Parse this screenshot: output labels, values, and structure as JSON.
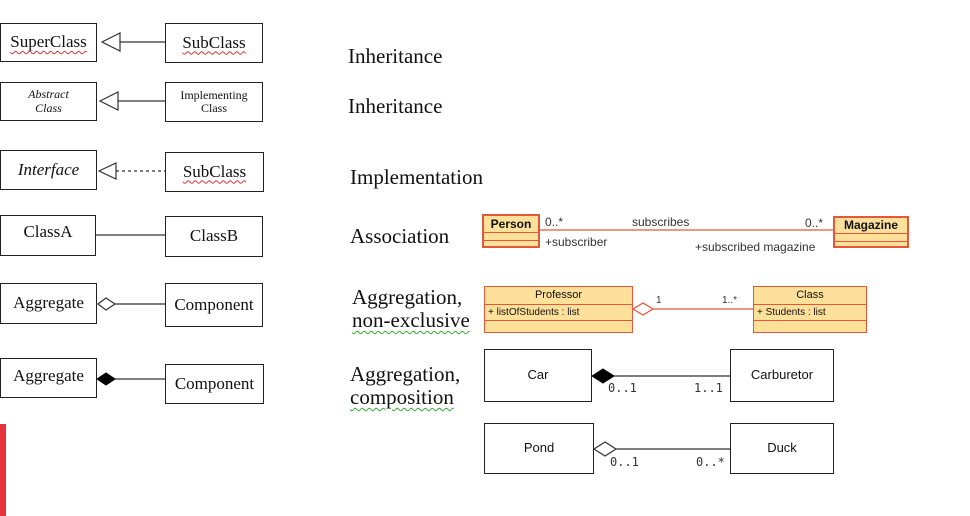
{
  "left": {
    "row1": {
      "left": "SuperClass",
      "right": "SubClass"
    },
    "row2": {
      "left_line1": "Abstract",
      "left_line2": "Class",
      "right_line1": "Implementing",
      "right_line2": "Class"
    },
    "row3": {
      "left": "Interface",
      "right": "SubClass"
    },
    "row4": {
      "left": "ClassA",
      "right": "ClassB"
    },
    "row5": {
      "left": "Aggregate",
      "right": "Component"
    },
    "row6": {
      "left": "Aggregate",
      "right": "Component"
    }
  },
  "labels": {
    "inheritance1": "Inheritance",
    "inheritance2": "Inheritance",
    "implementation": "Implementation",
    "association": "Association",
    "aggregation_line1": "Aggregation,",
    "aggregation_line2": "non-exclusive",
    "composition_line1": "Aggregation,",
    "composition_line2": "composition"
  },
  "assoc_example": {
    "left_class": "Person",
    "right_class": "Magazine",
    "left_mult": "0..*",
    "right_mult": "0..*",
    "name": "subscribes",
    "left_role": "+subscriber",
    "right_role": "+subscribed magazine"
  },
  "agg_example": {
    "left_class": "Professor",
    "left_attr": "+ listOfStudents : list",
    "right_class": "Class",
    "right_attr": "+ Students : list",
    "left_mult": "1",
    "right_mult": "1..*"
  },
  "comp_example1": {
    "left": "Car",
    "right": "Carburetor",
    "left_mult": "0..1",
    "right_mult": "1..1"
  },
  "comp_example2": {
    "left": "Pond",
    "right": "Duck",
    "left_mult": "0..1",
    "right_mult": "0..*"
  }
}
